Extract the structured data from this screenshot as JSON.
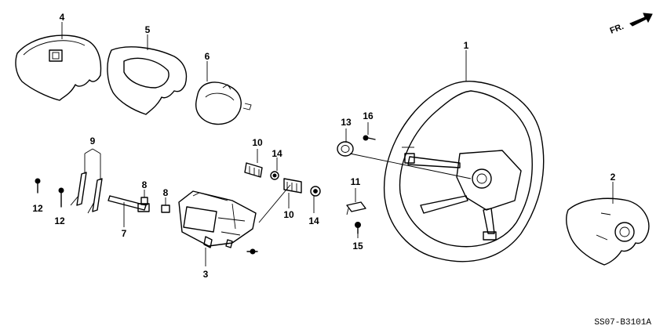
{
  "direction_indicator": {
    "label": "FR."
  },
  "diagram_code": "SS07-B3101A",
  "callouts": {
    "c1": "1",
    "c2": "2",
    "c3": "3",
    "c4": "4",
    "c5": "5",
    "c6": "6",
    "c7": "7",
    "c8a": "8",
    "c8b": "8",
    "c9": "9",
    "c10a": "10",
    "c10b": "10",
    "c11": "11",
    "c12a": "12",
    "c12b": "12",
    "c13": "13",
    "c14a": "14",
    "c14b": "14",
    "c15": "15",
    "c16": "16"
  }
}
